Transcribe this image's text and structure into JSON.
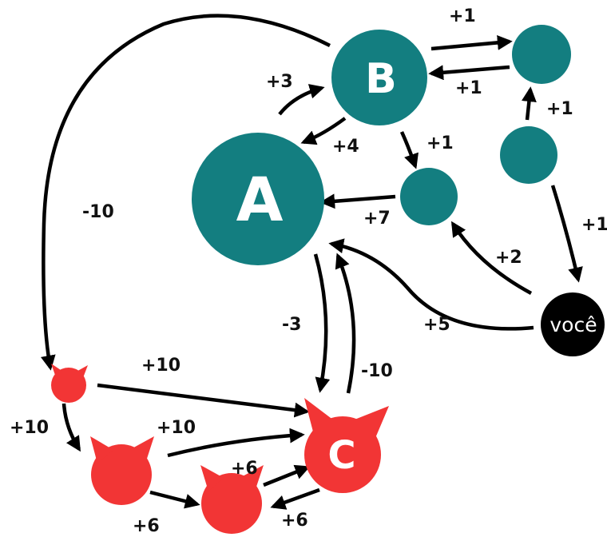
{
  "colors": {
    "teal": "#137e80",
    "red": "#f23535",
    "black": "#000000",
    "edge": "#000000"
  },
  "nodes": {
    "a": {
      "label": "A"
    },
    "b": {
      "label": "B"
    },
    "c": {
      "label": "C"
    },
    "you": {
      "label": "você"
    }
  },
  "edges": {
    "b_to_tr": "+1",
    "tr_to_b": "+1",
    "mr_to_tr": "+1",
    "a_to_b": "+3",
    "b_to_a": "+4",
    "b_to_small": "+1",
    "small_to_a": "+7",
    "you_to_mr": "+1",
    "you_to_small": "+2",
    "you_to_a": "+5",
    "b_to_cat1": "-10",
    "a_to_c": "-3",
    "c_to_a": "-10",
    "cat1_to_c": "+10",
    "cat1_to_cat2": "+10",
    "cat2_to_c": "+10",
    "cat3_to_c": "+6",
    "c_to_cat3": "+6",
    "cat2_to_cat3": "+6"
  }
}
